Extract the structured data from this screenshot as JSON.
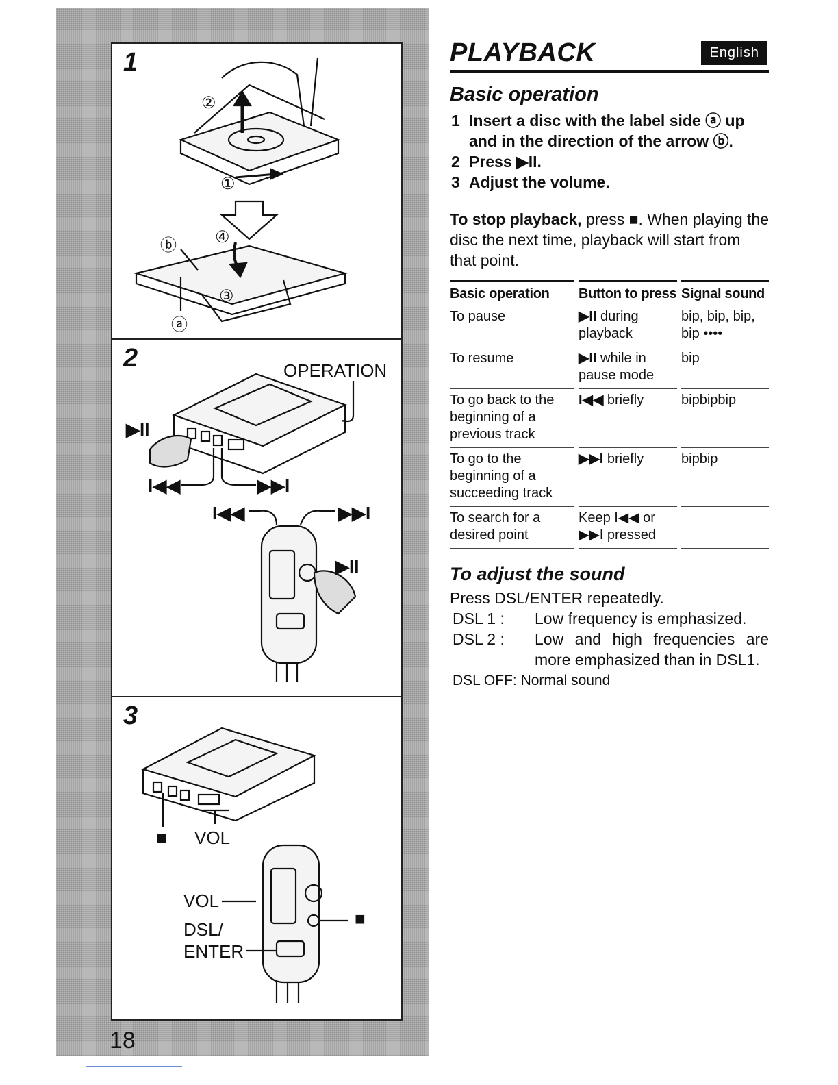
{
  "page": {
    "title": "PLAYBACK",
    "language_badge": "English",
    "page_number": "18"
  },
  "basic_operation": {
    "heading": "Basic operation",
    "steps": [
      {
        "num": "1",
        "text": "Insert a disc with the label side ⓐ up and in the direction of the arrow ⓑ."
      },
      {
        "num": "2",
        "text": "Press ▶II."
      },
      {
        "num": "3",
        "text": "Adjust the volume."
      }
    ],
    "stop_bold": "To stop playback,",
    "stop_text": " press ■. When playing the disc the next time, playback will start from that point."
  },
  "operations_table": {
    "headers": [
      "Basic operation",
      "Button to press",
      "Signal sound"
    ],
    "rows": [
      {
        "operation": "To pause",
        "button_sym": "▶II",
        "button_text": " during playback",
        "sound": "bip, bip, bip, bip ••••"
      },
      {
        "operation": "To resume",
        "button_sym": "▶II",
        "button_text": " while in pause mode",
        "sound": "bip"
      },
      {
        "operation": "To go back to the beginning of a previous track",
        "button_sym": "I◀◀",
        "button_text": " briefly",
        "sound": "bipbipbip"
      },
      {
        "operation": "To go to the beginning of a succeeding track",
        "button_sym": "▶▶I",
        "button_text": " briefly",
        "sound": "bipbip"
      },
      {
        "operation": "To search for a desired point",
        "button_sym": "",
        "button_text": "Keep I◀◀ or ▶▶I pressed",
        "sound": ""
      }
    ]
  },
  "adjust_sound": {
    "heading": "To adjust the sound",
    "intro": "Press DSL/ENTER repeatedly.",
    "modes": [
      {
        "key": "DSL 1 :",
        "value": "Low frequency is emphasized."
      },
      {
        "key": "DSL 2 :",
        "value": "Low and high frequencies are more emphasized than in DSL1."
      }
    ],
    "off": "DSL OFF: Normal sound"
  },
  "figures": {
    "step1": {
      "number": "1",
      "callouts": [
        "①",
        "②",
        "③",
        "④",
        "ⓐ",
        "ⓑ"
      ]
    },
    "step2": {
      "number": "2",
      "operation_label": "OPERATION",
      "play_pause": "▶II",
      "prev": "I◀◀",
      "next": "▶▶I"
    },
    "step3": {
      "number": "3",
      "stop": "■",
      "vol": "VOL",
      "dsl": "DSL/",
      "enter": "ENTER"
    }
  },
  "colors": {
    "text": "#111111",
    "strip": "#b9b9b9",
    "badge_bg": "#111111",
    "badge_fg": "#ffffff"
  }
}
